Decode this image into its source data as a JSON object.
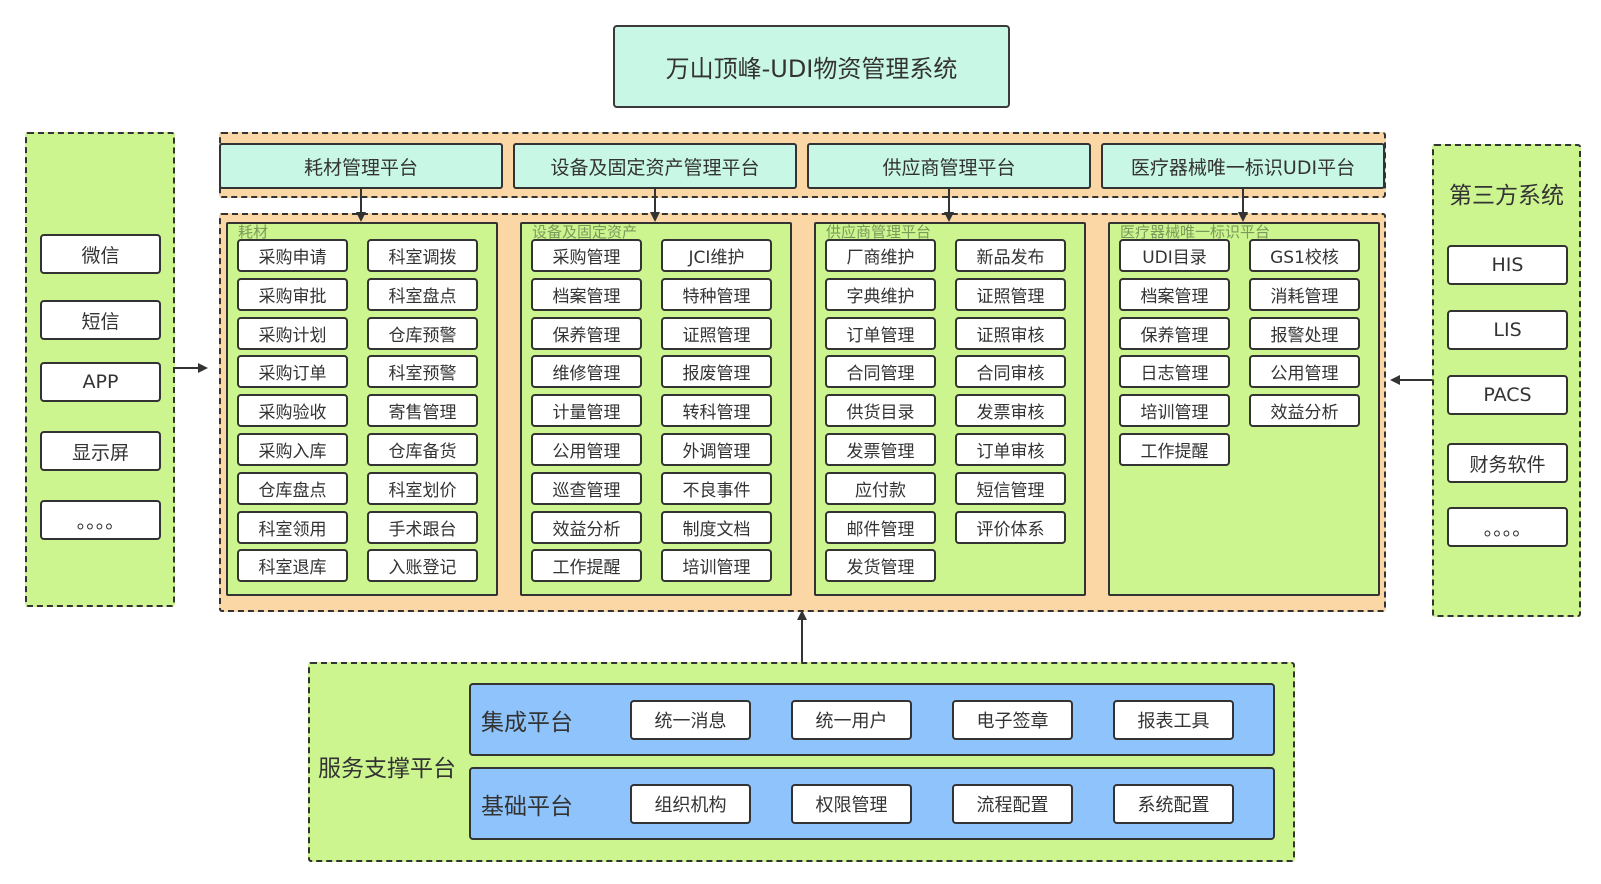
{
  "title": "万山顶峰-UDI物资管理系统",
  "left_channels": [
    "微信",
    "短信",
    "APP",
    "显示屏",
    "。。。。"
  ],
  "right_panel": {
    "title": "第三方系统",
    "items": [
      "HIS",
      "LIS",
      "PACS",
      "财务软件",
      "。。。。"
    ]
  },
  "platforms": [
    "耗材管理平台",
    "设备及固定资产管理平台",
    "供应商管理平台",
    "医疗器械唯一标识UDI平台"
  ],
  "modules": [
    {
      "label": "耗材",
      "col1": [
        "采购申请",
        "采购审批",
        "采购计划",
        "采购订单",
        "采购验收",
        "采购入库",
        "仓库盘点",
        "科室领用",
        "科室退库"
      ],
      "col2": [
        "科室调拨",
        "科室盘点",
        "仓库预警",
        "科室预警",
        "寄售管理",
        "仓库备货",
        "科室划价",
        "手术跟台",
        "入账登记"
      ]
    },
    {
      "label": "设备及固定资产",
      "col1": [
        "采购管理",
        "档案管理",
        "保养管理",
        "维修管理",
        "计量管理",
        "公用管理",
        "巡查管理",
        "效益分析",
        "工作提醒"
      ],
      "col2": [
        "JCI维护",
        "特种管理",
        "证照管理",
        "报废管理",
        "转科管理",
        "外调管理",
        "不良事件",
        "制度文档",
        "培训管理"
      ]
    },
    {
      "label": "供应商管理平台",
      "col1": [
        "厂商维护",
        "字典维护",
        "订单管理",
        "合同管理",
        "供货目录",
        "发票管理",
        "应付款",
        "邮件管理",
        "发货管理"
      ],
      "col2": [
        "新品发布",
        "证照管理",
        "证照审核",
        "合同审核",
        "发票审核",
        "订单审核",
        "短信管理",
        "评价体系"
      ]
    },
    {
      "label": "医疗器械唯一标识平台",
      "col1": [
        "UDI目录",
        "档案管理",
        "保养管理",
        "日志管理",
        "培训管理",
        "工作提醒"
      ],
      "col2": [
        "GS1校核",
        "消耗管理",
        "报警处理",
        "公用管理",
        "效益分析"
      ]
    }
  ],
  "service_platform": {
    "label": "服务支撑平台",
    "rows": [
      {
        "label": "集成平台",
        "items": [
          "统一消息",
          "统一用户",
          "电子签章",
          "报表工具"
        ]
      },
      {
        "label": "基础平台",
        "items": [
          "组织机构",
          "权限管理",
          "流程配置",
          "系统配置"
        ]
      }
    ]
  },
  "colors": {
    "mint": "#c9f7e6",
    "green": "#ccf590",
    "orange": "#fbd7a5",
    "blue": "#8fc3fb",
    "border": "#333333"
  }
}
